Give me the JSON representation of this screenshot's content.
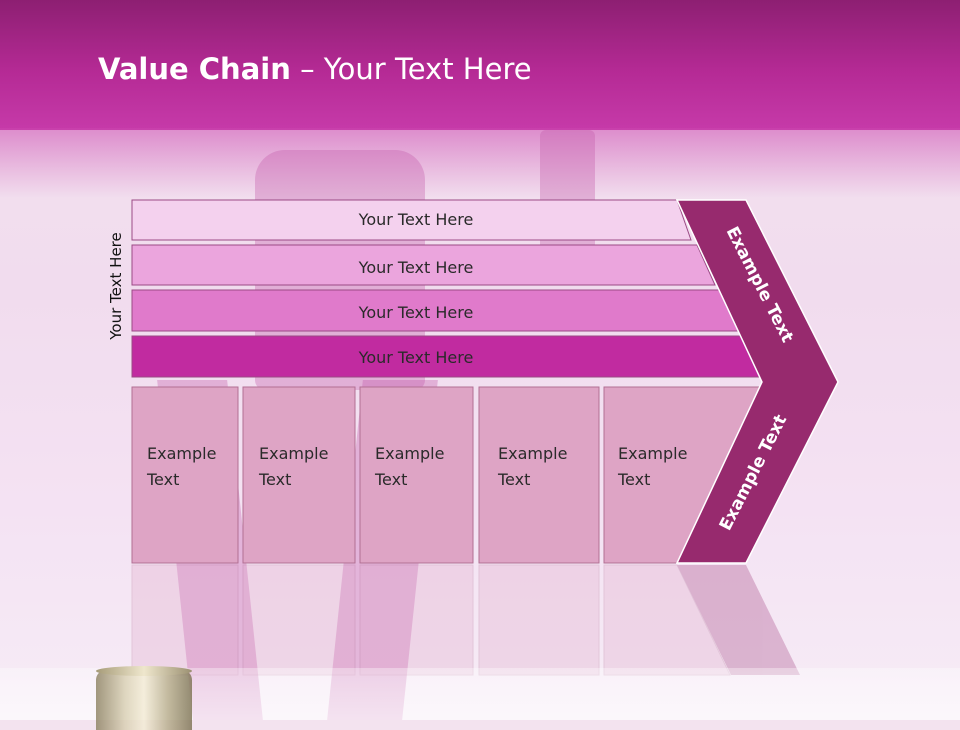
{
  "title": {
    "bold": "Value Chain",
    "rest": " – Your Text Here"
  },
  "side_label": "Your Text Here",
  "bars": [
    {
      "label": "Your Text Here",
      "color": "#f4d1ee"
    },
    {
      "label": "Your Text Here",
      "color": "#eba5dd"
    },
    {
      "label": "Your Text Here",
      "color": "#e07acb"
    },
    {
      "label": "Your Text Here",
      "color": "#c12ba0"
    }
  ],
  "boxes": [
    {
      "line1": "Example",
      "line2": "Text"
    },
    {
      "line1": "Example",
      "line2": "Text"
    },
    {
      "line1": "Example",
      "line2": "Text"
    },
    {
      "line1": "Example",
      "line2": "Text"
    },
    {
      "line1": "Example",
      "line2": "Text"
    }
  ],
  "chevron": {
    "top_label": "Example Text",
    "bottom_label": "Example Text",
    "color": "#972a6e"
  },
  "colors": {
    "box_fill": "#dea4c5",
    "box_stroke": "#b26f93",
    "title_bar": "#b52a95"
  }
}
